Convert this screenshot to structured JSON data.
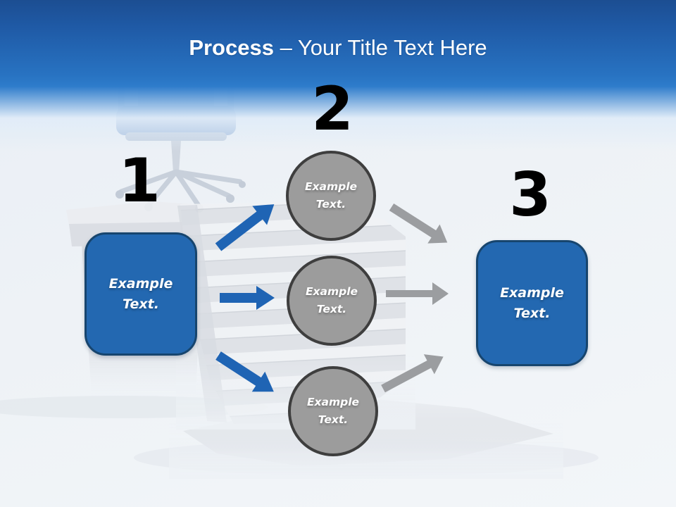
{
  "slide": {
    "title": {
      "emphasis": "Process",
      "rest": " – Your Title Text Here"
    }
  },
  "process": {
    "start_box": {
      "number": "1",
      "label": "Example\nText."
    },
    "middle": {
      "number": "2",
      "circles": [
        {
          "label": "Example\nText."
        },
        {
          "label": "Example\nText."
        },
        {
          "label": "Example\nText."
        }
      ]
    },
    "end_box": {
      "number": "3",
      "label": "Example\nText."
    }
  },
  "colors": {
    "header_top": "#1d5296",
    "header_mid": "#2e7ccb",
    "box_fill": "#2368b1",
    "box_border": "#17456e",
    "circle_fill": "#9c9c9c",
    "circle_border": "#3e3e3e",
    "arrow_blue": "#1f64b4",
    "arrow_gray": "#9b9da0",
    "number_color": "#000000",
    "background": "#eef2f6"
  }
}
